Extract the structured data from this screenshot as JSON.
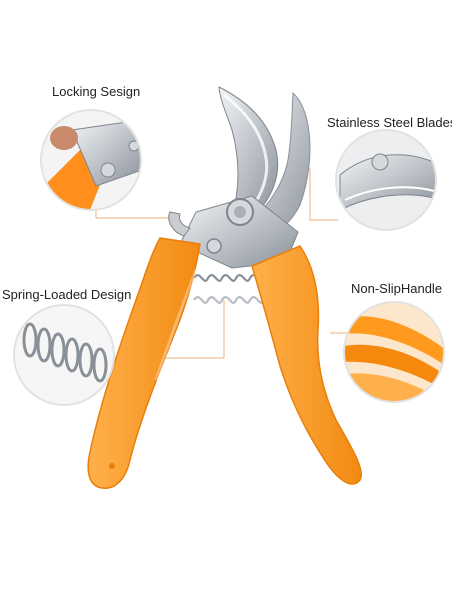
{
  "callouts": {
    "locking": "Locking Sesign",
    "blades": "Stainless Steel Blades",
    "spring": "Spring-Loaded Design",
    "handle": "Non-SlipHandle"
  },
  "colors": {
    "handle": "#FF9A1F",
    "handle_dark": "#E97E0A",
    "steel": "#C9CDD2",
    "steel_dark": "#7F858C",
    "leader": "#F0B27A",
    "circle_ring": "#E2E2E2"
  }
}
